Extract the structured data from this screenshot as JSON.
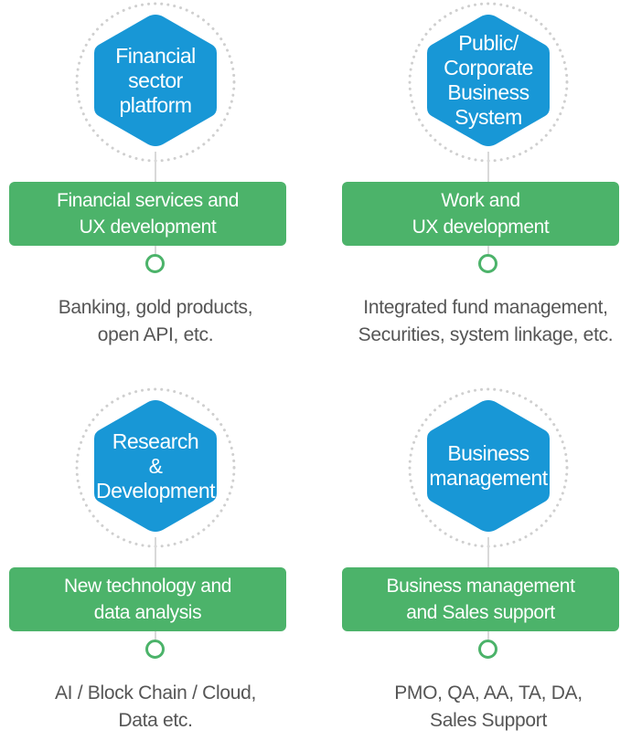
{
  "cards": [
    {
      "hex_lines": [
        "Financial",
        "sector",
        "platform"
      ],
      "bar_lines": [
        "Financial services and",
        "UX development"
      ],
      "desc_lines": [
        "Banking, gold products,",
        "open API, etc."
      ]
    },
    {
      "hex_lines": [
        "Public/",
        "Corporate",
        "Business",
        "System"
      ],
      "bar_lines": [
        "Work and",
        "UX development"
      ],
      "desc_lines": [
        "Integrated fund management,",
        "Securities, system linkage, etc."
      ]
    },
    {
      "hex_lines": [
        "Research",
        "&",
        "Development"
      ],
      "bar_lines": [
        "New technology and",
        "data analysis"
      ],
      "desc_lines": [
        "AI / Block Chain / Cloud,",
        "Data etc."
      ]
    },
    {
      "hex_lines": [
        "Business",
        "management"
      ],
      "bar_lines": [
        "Business management",
        "and Sales support"
      ],
      "desc_lines": [
        "PMO, QA, AA, TA, DA,",
        "Sales Support"
      ]
    }
  ],
  "colors": {
    "hexagon": "#1897d6",
    "bar": "#4cb36a",
    "ring": "#cfcfcf",
    "connector": "#d9d9d9",
    "desc_text": "#555555"
  },
  "icons": {
    "hexagon": "hexagon-shape",
    "node": "circle-node-icon"
  }
}
